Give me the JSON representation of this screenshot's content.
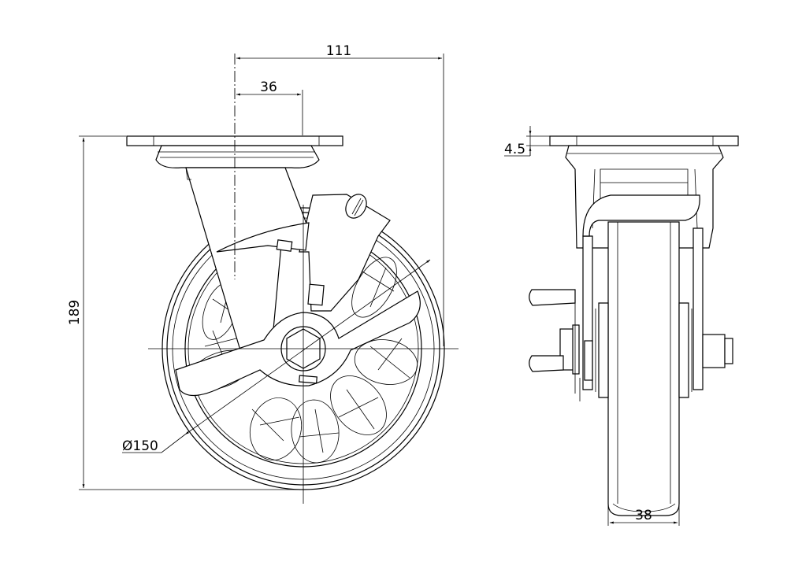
{
  "drawing": {
    "front_view": {
      "dimensions": {
        "overall_width": "111",
        "offset": "36",
        "overall_height": "189",
        "wheel_diameter": "Ø150"
      }
    },
    "side_view": {
      "dimensions": {
        "plate_thickness": "4.5",
        "wheel_width": "38"
      }
    },
    "line_color": "#000000",
    "background_color": "#ffffff"
  }
}
